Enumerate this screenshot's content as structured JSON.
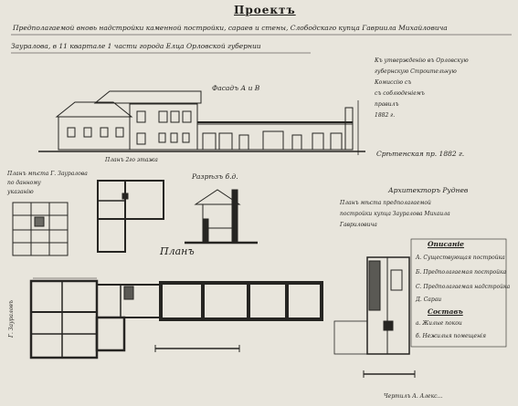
{
  "sheet": {
    "title": "Проектъ",
    "header_line1": "Предполагаемой вновь надстройки каменной постройки, сараев и стены, Слободскаго купца Гавриила Михайловича",
    "header_line2": "Зауралова, в 11 квартале 1 части города Елца Орловской губернии",
    "approval_note": [
      "Къ утвержденію въ Орловскую",
      "губернскую Строительную",
      "Комиссію съ",
      "съ соблюденіемъ",
      "правилъ",
      "1882 г."
    ],
    "approval_date": "Срѣтенская пр. 1882 г.",
    "architect_signature": "Архитекторъ Руднев",
    "facade_label": "Фасадъ А и В",
    "upper_plan_label": "Планъ 2го этажа",
    "section_label": "Разрѣзъ б.д.",
    "site_plan_note": [
      "Планъ мѣста Г. Зауралова",
      "по данному",
      "указанію"
    ],
    "main_plan_label": "Планъ",
    "site_note_right": [
      "Планъ мѣста предполагаемой",
      "постройки купца Зауралова Михаила",
      "Гавриловича"
    ],
    "left_margin_note": "Г. Заураловъ",
    "legend": {
      "title": "Описаніе",
      "items": [
        "А. Существующая постройка",
        "Б. Предполагаемая постройка",
        "С. Предполагаемая надстройка",
        "Д. Сараи"
      ],
      "subtitle": "Составъ",
      "sub_items": [
        "а. Жилые покои",
        "б. Нежилыя помещенія"
      ]
    },
    "bottom_signature": "Чертилъ А. Алекс..."
  }
}
